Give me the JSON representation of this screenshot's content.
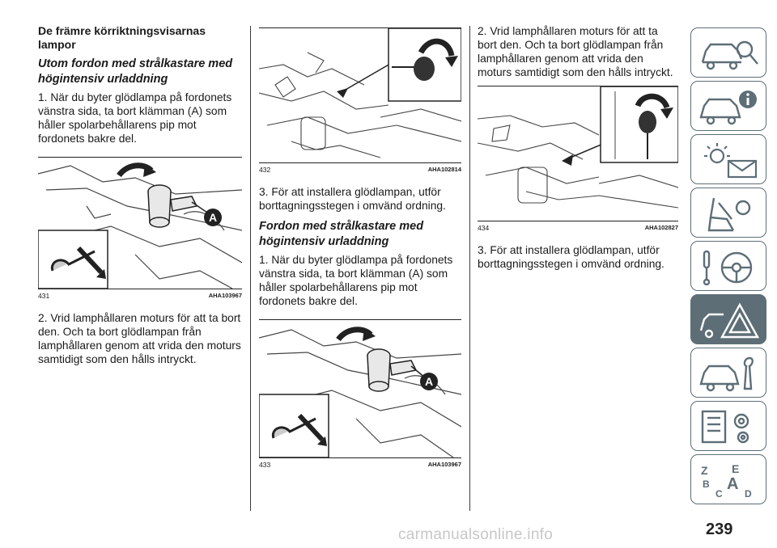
{
  "col1": {
    "heading": "De främre körriktningsvisarnas lampor",
    "subheading": "Utom fordon med strålkastare med högintensiv urladdning",
    "step1": "1. När du byter glödlampa på fordonets vänstra sida, ta bort klämman (A) som håller spolarbehållarens pip mot fordonets bakre del.",
    "fig": {
      "number": "431",
      "code": "AHA103967",
      "callout": "A"
    },
    "step2": "2. Vrid lamphållaren moturs för att ta bort den. Och ta bort glödlampan från lamphållaren genom att vrida den moturs samtidigt som den hålls intryckt."
  },
  "col2": {
    "fig_top": {
      "number": "432",
      "code": "AHA102814"
    },
    "step3": "3. För att installera glödlampan, utför borttagningsstegen i omvänd ordning.",
    "subheading": "Fordon med strålkastare med högintensiv urladdning",
    "step1": "1. När du byter glödlampa på fordonets vänstra sida, ta bort klämman (A) som håller spolarbehållarens pip mot fordonets bakre del.",
    "fig_bottom": {
      "number": "433",
      "code": "AHA103967",
      "callout": "A"
    }
  },
  "col3": {
    "step2": "2. Vrid lamphållaren moturs för att ta bort den. Och ta bort glödlampan från lamphållaren genom att vrida den moturs samtidigt som den hålls intryckt.",
    "fig": {
      "number": "434",
      "code": "AHA102827"
    },
    "step3": "3. För att installera glödlampan, utför borttagningsstegen i omvänd ordning."
  },
  "sidebar": {
    "tabs": [
      {
        "icon": "car-magnifier-icon",
        "active": false
      },
      {
        "icon": "car-info-icon",
        "active": false
      },
      {
        "icon": "warning-light-envelope-icon",
        "active": false
      },
      {
        "icon": "seat-airbag-icon",
        "active": false
      },
      {
        "icon": "steering-wheel-key-icon",
        "active": false
      },
      {
        "icon": "car-breakdown-warning-icon",
        "active": true
      },
      {
        "icon": "car-wrench-icon",
        "active": false
      },
      {
        "icon": "data-gears-icon",
        "active": false
      },
      {
        "icon": "alphabet-index-icon",
        "active": false
      }
    ],
    "alphabet_letters": [
      "Z",
      "E",
      "B",
      "A",
      "C",
      "D"
    ],
    "accent_color": "#5d6e77"
  },
  "page_number": "239",
  "watermark": "carmanualsonline.info"
}
